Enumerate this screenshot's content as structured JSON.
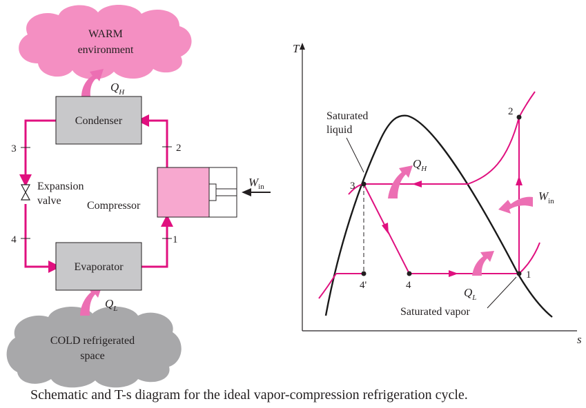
{
  "colors": {
    "pipe": "#e0107f",
    "arrow_fill": "#ec6fb3",
    "warm_cloud": "#f48fc2",
    "cold_cloud": "#a8a8aa",
    "component_fill": "#c8c8ca",
    "compressor_fill": "#f7a8cf",
    "dome": "#1a1a1a"
  },
  "schematic": {
    "warm": {
      "line1": "WARM",
      "line2": "environment"
    },
    "cold": {
      "line1": "COLD refrigerated",
      "line2": "space"
    },
    "condenser": "Condenser",
    "evaporator": "Evaporator",
    "compressor": "Compressor",
    "valve": {
      "line1": "Expansion",
      "line2": "valve"
    },
    "qh": {
      "main": "Q",
      "sub": "H"
    },
    "ql": {
      "main": "Q",
      "sub": "L"
    },
    "win": {
      "main": "W",
      "sub": "in"
    },
    "states": {
      "s1": "1",
      "s2": "2",
      "s3": "3",
      "s4": "4"
    }
  },
  "ts_diagram": {
    "axis_t": "T",
    "axis_s": "s",
    "sat_liquid": {
      "line1": "Saturated",
      "line2": "liquid"
    },
    "sat_vapor": "Saturated vapor",
    "qh": {
      "main": "Q",
      "sub": "H"
    },
    "ql": {
      "main": "Q",
      "sub": "L"
    },
    "win": {
      "main": "W",
      "sub": "in"
    },
    "states": {
      "s1": "1",
      "s2": "2",
      "s3": "3",
      "s4": "4",
      "s4p": "4'"
    }
  },
  "caption": "Schematic and T-s diagram for the ideal vapor-compression refrigeration cycle."
}
